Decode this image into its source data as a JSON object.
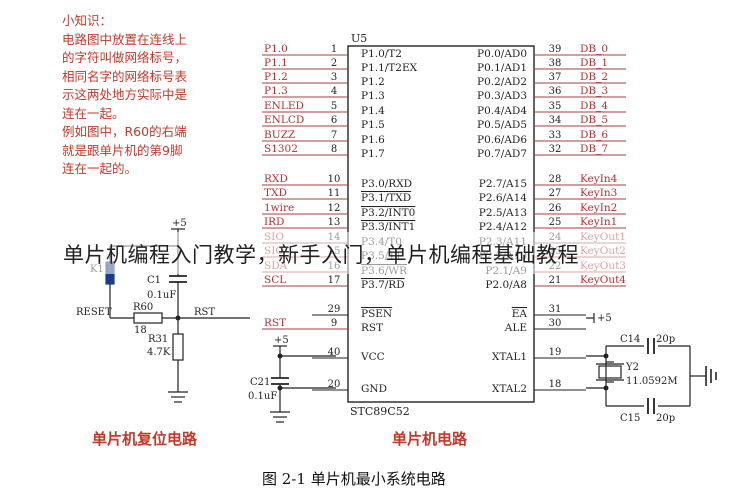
{
  "tip": {
    "title": "小知识：",
    "lines": [
      "电路图中放置在连线上",
      "的字符叫做网络标号，",
      "相同名字的网络标号表",
      "示这两处地方实际中是",
      "连在一起。",
      "例如图中，R60的右端",
      "就是跟单片机的第9脚",
      "连在一起的。"
    ]
  },
  "chip": {
    "ref": "U5",
    "part": "STC89C52"
  },
  "left_pins": [
    {
      "net": "P1.0",
      "num": "1",
      "name": "P1.0/T2"
    },
    {
      "net": "P1.1",
      "num": "2",
      "name": "P1.1/T2EX"
    },
    {
      "net": "P1.2",
      "num": "3",
      "name": "P1.2"
    },
    {
      "net": "P1.3",
      "num": "4",
      "name": "P1.3"
    },
    {
      "net": "ENLED",
      "num": "5",
      "name": "P1.4"
    },
    {
      "net": "ENLCD",
      "num": "6",
      "name": "P1.5"
    },
    {
      "net": "BUZZ",
      "num": "7",
      "name": "P1.6"
    },
    {
      "net": "S1302",
      "num": "8",
      "name": "P1.7"
    },
    {
      "net": "RXD",
      "num": "10",
      "name": "P3.0/RXD"
    },
    {
      "net": "TXD",
      "num": "11",
      "name": "P3.1/TXD"
    },
    {
      "net": "1wire",
      "num": "12",
      "name": "P3.2/INT0"
    },
    {
      "net": "IRD",
      "num": "13",
      "name": "P3.3/INT1"
    },
    {
      "net": "SIO",
      "num": "14",
      "name": "P3.4/T0"
    },
    {
      "net": "SIO",
      "num": "15",
      "name": "P3.5/T1"
    },
    {
      "net": "SDA",
      "num": "16",
      "name": "P3.6/WR"
    },
    {
      "net": "SCL",
      "num": "17",
      "name": "P3.7/RD"
    },
    {
      "net": "",
      "num": "29",
      "name": "PSEN"
    },
    {
      "net": "RST",
      "num": "9",
      "name": "RST"
    },
    {
      "net": "",
      "num": "40",
      "name": "VCC"
    },
    {
      "net": "",
      "num": "20",
      "name": "GND"
    }
  ],
  "right_pins": [
    {
      "name": "P0.0/AD0",
      "num": "39",
      "net": "DB_0"
    },
    {
      "name": "P0.1/AD1",
      "num": "38",
      "net": "DB_1"
    },
    {
      "name": "P0.2/AD2",
      "num": "37",
      "net": "DB_2"
    },
    {
      "name": "P0.3/AD3",
      "num": "36",
      "net": "DB_3"
    },
    {
      "name": "P0.4/AD4",
      "num": "35",
      "net": "DB_4"
    },
    {
      "name": "P0.5/AD5",
      "num": "34",
      "net": "DB_5"
    },
    {
      "name": "P0.6/AD6",
      "num": "33",
      "net": "DB_6"
    },
    {
      "name": "P0.7/AD7",
      "num": "32",
      "net": "DB_7"
    },
    {
      "name": "P2.7/A15",
      "num": "28",
      "net": "KeyIn4"
    },
    {
      "name": "P2.6/A14",
      "num": "27",
      "net": "KeyIn3"
    },
    {
      "name": "P2.5/A13",
      "num": "26",
      "net": "KeyIn2"
    },
    {
      "name": "P2.4/A12",
      "num": "25",
      "net": "KeyIn1"
    },
    {
      "name": "P2.3/A11",
      "num": "24",
      "net": "KeyOut1"
    },
    {
      "name": "P2.2/A10",
      "num": "23",
      "net": "KeyOut2"
    },
    {
      "name": "P2.1/A9",
      "num": "22",
      "net": "KeyOut3"
    },
    {
      "name": "P2.0/A8",
      "num": "21",
      "net": "KeyOut4"
    },
    {
      "name": "EA",
      "num": "31",
      "net": "+5"
    },
    {
      "name": "ALE",
      "num": "30",
      "net": ""
    },
    {
      "name": "XTAL1",
      "num": "19",
      "net": ""
    },
    {
      "name": "XTAL2",
      "num": "18",
      "net": ""
    }
  ],
  "reset": {
    "vcc": "+5",
    "key": "K11",
    "cap": "C1",
    "cap_val": "0.1uF",
    "net_reset": "RESET",
    "res1": "R60",
    "res1_val": "18",
    "net_rst": "RST",
    "res2": "R31",
    "res2_val": "4.7K"
  },
  "power": {
    "vcc": "+5",
    "cap": "C21",
    "cap_val": "0.1uF"
  },
  "crystal": {
    "c14": "C14",
    "c14_val": "20p",
    "y": "Y2",
    "y_val": "11.0592M",
    "c15": "C15",
    "c15_val": "20p"
  },
  "sections": {
    "reset_title": "单片机复位电路",
    "mcu_title": "单片机电路"
  },
  "banner": "单片机编程入门教学，新手入门，单片机编程基础教程",
  "caption": "图 2-1    单片机最小系统电路",
  "colors": {
    "net_label": "#b03030",
    "wire": "#a04040",
    "line": "#222222"
  }
}
